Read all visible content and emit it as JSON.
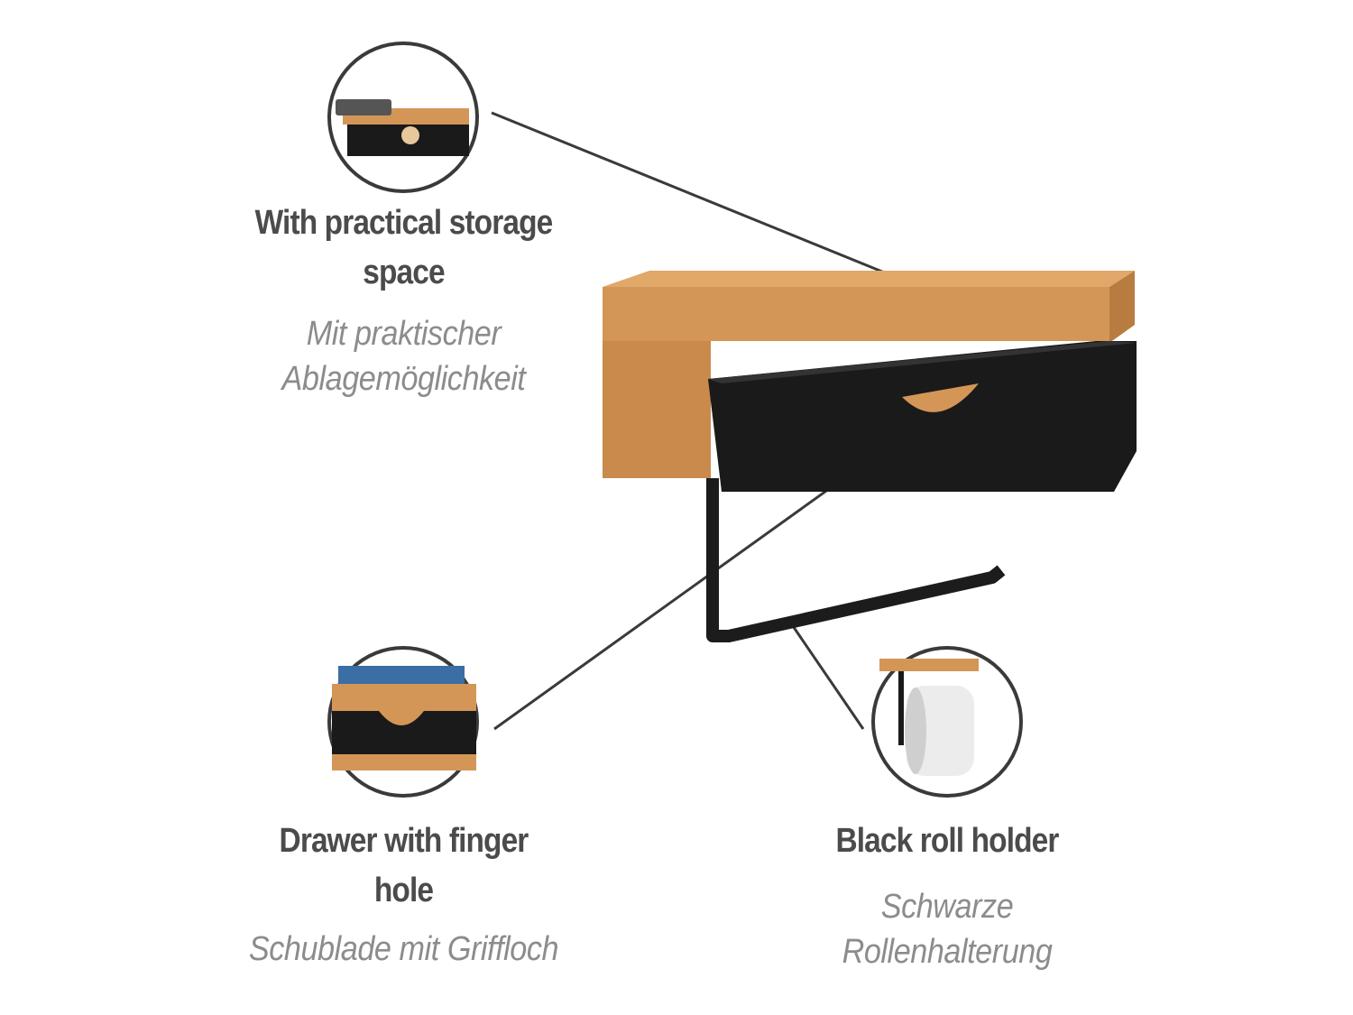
{
  "features": [
    {
      "title_en": "With practical storage space",
      "title_de": "Mit praktischer Ablagemöglichkeit",
      "line1_en": "With practical storage",
      "line2_en": "space",
      "line1_de": "Mit praktischer",
      "line2_de": "Ablagemöglichkeit"
    },
    {
      "title_en": "Drawer with finger hole",
      "line1_en": "Drawer with finger",
      "line2_en": "hole",
      "line1_de": "Schublade mit Griffloch"
    },
    {
      "title_en": "Black roll holder",
      "line1_en": "Black roll holder",
      "line1_de": "Schwarze",
      "line2_de": "Rollenhalterung"
    }
  ],
  "colors": {
    "bamboo": "#d59a5a",
    "drawer": "#1c1c1c",
    "heading": "#4b4b4b",
    "subtitle": "#8c8c8c"
  }
}
